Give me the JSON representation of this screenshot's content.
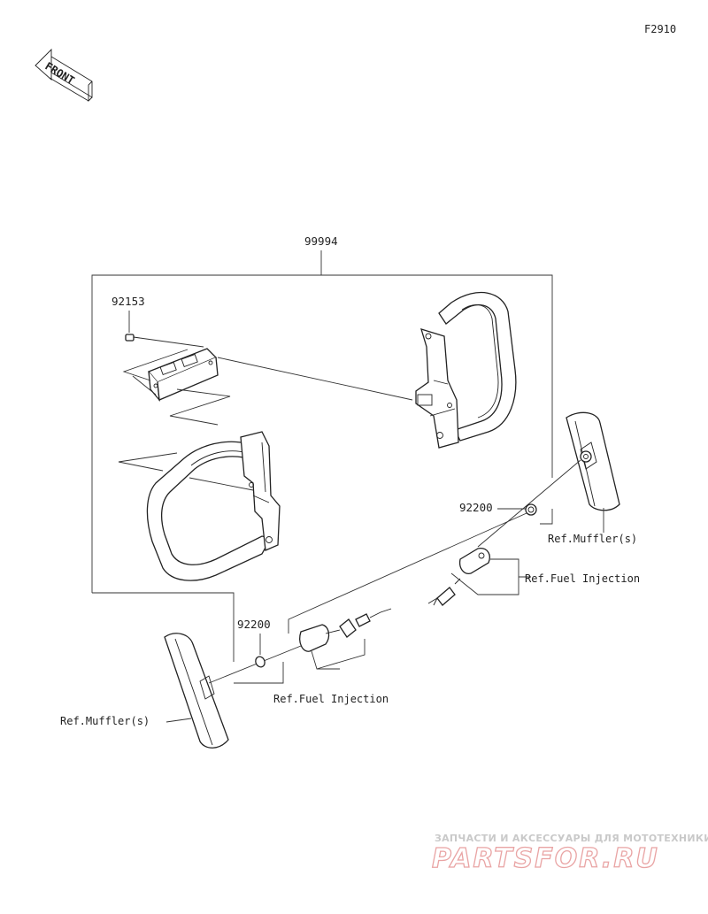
{
  "figure_code": "F2910",
  "front_marker": "FRONT",
  "parts": {
    "kit": "99994",
    "screw": "92153",
    "cap_right": "92200",
    "cap_left": "92200"
  },
  "references": {
    "muffler_right": "Ref.Muffler(s)",
    "muffler_left": "Ref.Muffler(s)",
    "fuel_injection_right": "Ref.Fuel Injection",
    "fuel_injection_left": "Ref.Fuel Injection"
  },
  "watermark": {
    "subtitle": "ЗАПЧАСТИ И АКСЕССУАРЫ ДЛЯ МОТОТЕХНИКИ",
    "brand": "PARTSFOR.RU"
  },
  "colors": {
    "line": "#222222",
    "watermark_brand": "#e9a4a4",
    "watermark_sub": "#c9c9c9"
  }
}
